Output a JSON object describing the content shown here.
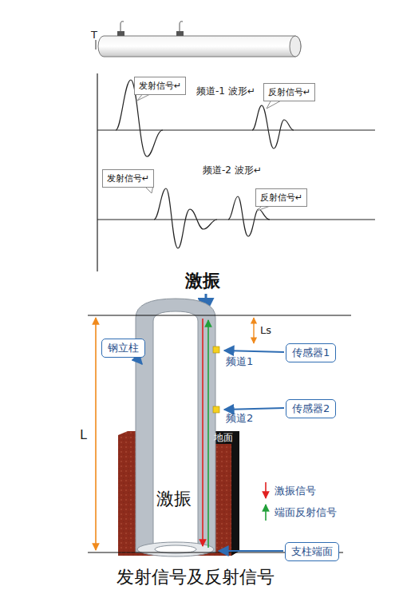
{
  "diagram": {
    "caption": "发射信号及反射信号",
    "nodes": [
      {
        "text": [
          "发射信号↵"
        ]
      },
      {
        "text": [
          "反射信号↵"
        ]
      },
      {
        "text": [
          "发射信号↵"
        ]
      },
      {
        "text": [
          "反射信号↵"
        ]
      },
      {
        "text": [
          "钢立柱"
        ]
      },
      {
        "text": [
          "传感器1"
        ]
      },
      {
        "text": [
          "传感器2"
        ]
      },
      {
        "text": [
          "支柱端面"
        ]
      }
    ],
    "labels": [
      "T",
      "频道-1 波形↵",
      "频道-2 波形↵",
      "激振",
      "Ls",
      "L",
      "频道1",
      "频道2",
      "地面",
      "激振"
    ],
    "legend": [
      {
        "text": "激振信号"
      },
      {
        "text": "端面反射信号"
      }
    ]
  }
}
